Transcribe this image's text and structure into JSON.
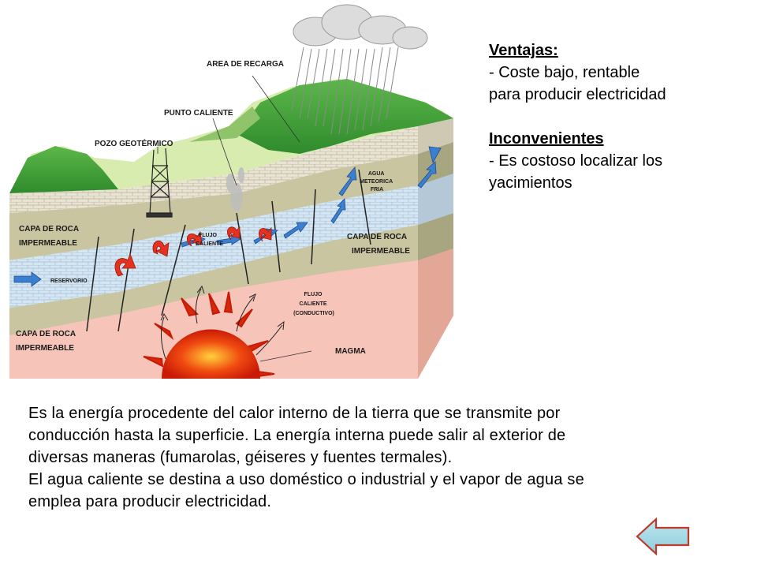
{
  "diagram": {
    "labels": {
      "recharge": "AREA DE RECARGA",
      "hotspot": "PUNTO CALIENTE",
      "well": "POZO GEOTÉRMICO",
      "cold_water": [
        "AGUA",
        "METEORICA",
        "FRIA"
      ],
      "rock_left_top": [
        "CAPA DE ROCA",
        "IMPERMEABLE"
      ],
      "rock_right": [
        "CAPA DE ROCA",
        "IMPERMEABLE"
      ],
      "rock_left_bottom": [
        "CAPA DE ROCA",
        "IMPERMEABLE"
      ],
      "hot_flow": [
        "FLUJO",
        "CALIENTE"
      ],
      "reservoir": "RESERVORIO",
      "conductive_flow": [
        "FLUJO",
        "CALIENTE",
        "(CONDUCTIVO)"
      ],
      "magma": "MAGMA"
    }
  },
  "sidebar": {
    "advantages_title": "Ventajas:",
    "advantages_line1": "- Coste bajo, rentable",
    "advantages_line2": "para producir electricidad",
    "disadvantages_title": "Inconvenientes",
    "disadvantages_line1": "- Es costoso localizar los",
    "disadvantages_line2": "yacimientos"
  },
  "paragraph": {
    "line1": "Es la energía procedente del calor interno de la tierra que se transmite por",
    "line2": "conducción hasta la superficie. La energía interna puede salir al exterior de",
    "line3": "diversas maneras (fumarolas, géiseres y fuentes termales).",
    "line4": "El agua caliente se destina a uso doméstico o industrial y el vapor de agua se",
    "line5": "emplea para producir electricidad."
  },
  "nav": {
    "back_icon": "back-arrow-icon"
  }
}
